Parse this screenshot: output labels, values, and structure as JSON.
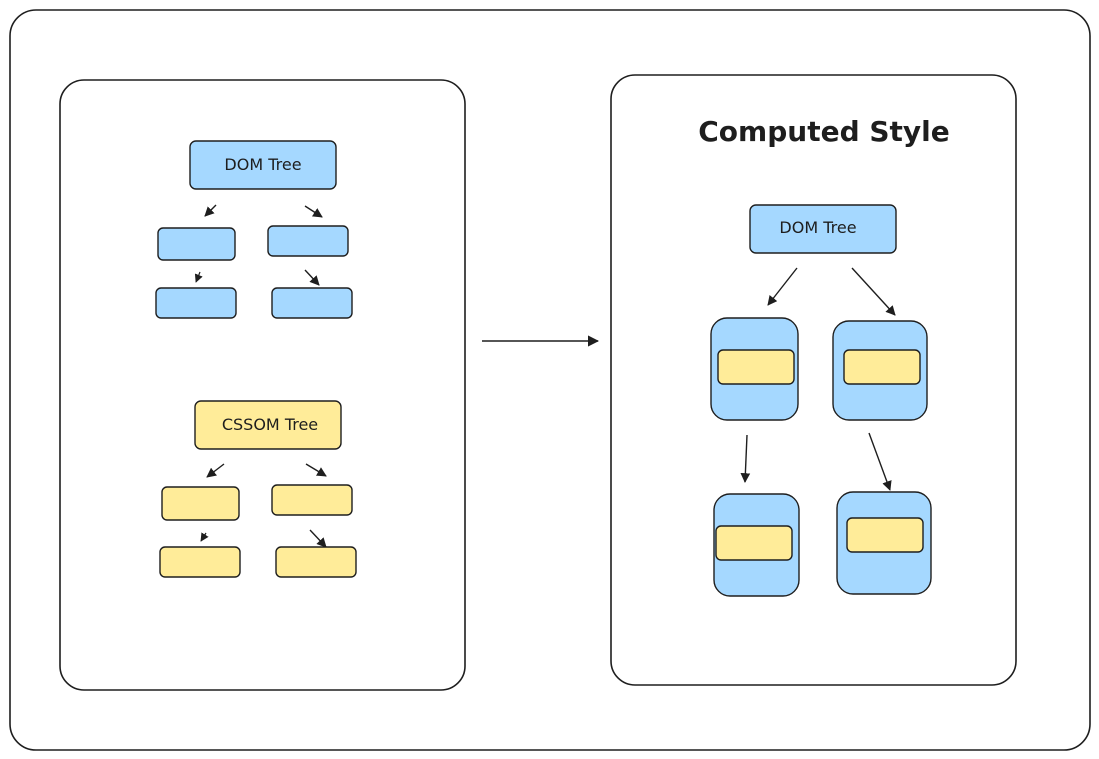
{
  "diagram": {
    "left_panel": {
      "dom_tree_label": "DOM Tree",
      "cssom_tree_label": "CSSOM Tree"
    },
    "right_panel": {
      "title": "Computed Style",
      "dom_tree_label": "DOM Tree"
    }
  },
  "colors": {
    "blue_fill": "#a5d8ff",
    "yellow_fill": "#ffec99",
    "stroke": "#1e1e1e",
    "background": "#ffffff"
  }
}
